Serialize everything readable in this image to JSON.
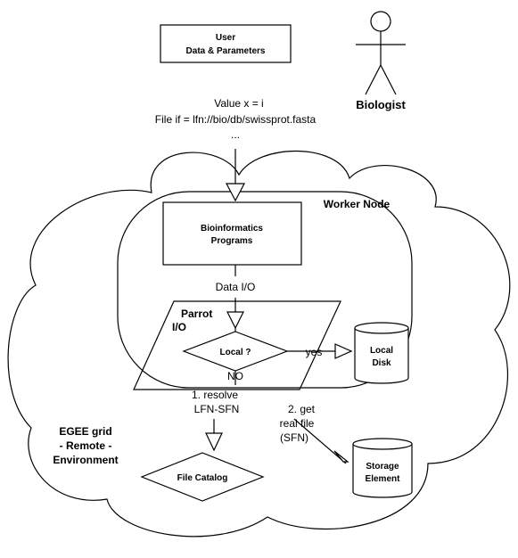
{
  "user_box": {
    "line1": "User",
    "line2": "Data & Parameters"
  },
  "params": {
    "line1": "Value x = i",
    "line2": "File if = lfn://bio/db/swissprot.fasta",
    "line3": "..."
  },
  "actor": {
    "label": "Biologist"
  },
  "worker_node": {
    "label": "Worker Node"
  },
  "bio_box": {
    "line1": "Bioinformatics",
    "line2": "Programs"
  },
  "data_io": {
    "label": "Data I/O"
  },
  "parrot": {
    "line1": "Parrot",
    "line2": "I/O"
  },
  "decision": {
    "label": "Local ?",
    "yes": "yes",
    "no": "NO"
  },
  "local_disk": {
    "line1": "Local",
    "line2": "Disk"
  },
  "resolve": {
    "line1": "1. resolve",
    "line2": "LFN-SFN"
  },
  "get_file": {
    "line1": "2. get",
    "line2": "real file",
    "line3": "(SFN)"
  },
  "egee": {
    "line1": "EGEE grid",
    "line2": "- Remote -",
    "line3": "Environment"
  },
  "file_catalog": {
    "label": "File Catalog"
  },
  "storage": {
    "line1": "Storage",
    "line2": "Element"
  }
}
